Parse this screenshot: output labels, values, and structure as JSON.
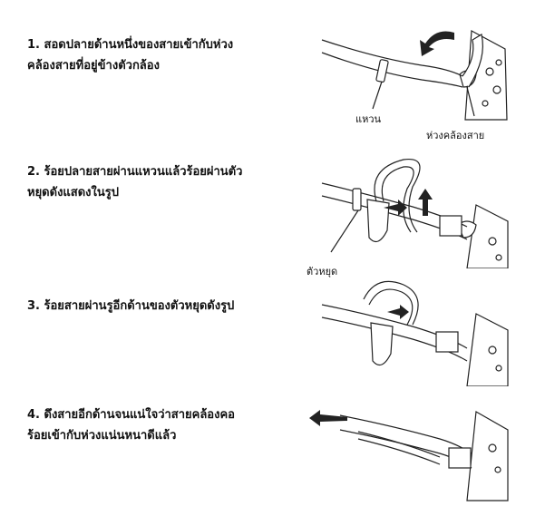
{
  "steps": [
    {
      "line1": "1.  สอดปลายด้านหนึ่งของสายเข้ากับห่วง",
      "line2": "คล้องสายที่อยู่ข้างตัวกล้อง"
    },
    {
      "line1": "2.  ร้อยปลายสายผ่านแหวนแล้วร้อยผ่านตัว",
      "line2": "หยุดดังแสดงในรูป"
    },
    {
      "line1": "3.  ร้อยสายผ่านรูอีกด้านของตัวหยุดดังรูป",
      "line2": ""
    },
    {
      "line1": "4.  ดึงสายอีกด้านจนแน่ใจว่าสายคล้องคอ",
      "line2": "ร้อยเข้ากับห่วงแน่นหนาดีแล้ว"
    }
  ],
  "callouts": {
    "ring": "แหวน",
    "strap_loop": "ห่วงคล้องสาย",
    "stopper": "ตัวหยุด"
  },
  "icons": [
    "curved-arrow-icon",
    "up-arrow-icon",
    "right-arrow-icon",
    "left-arrow-icon"
  ]
}
